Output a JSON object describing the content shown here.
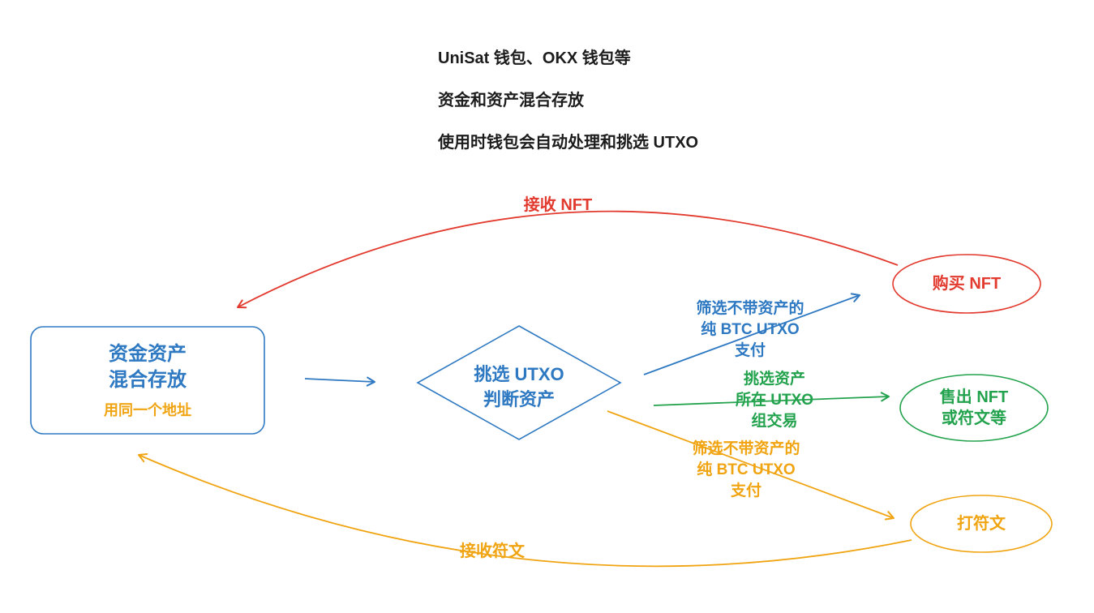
{
  "colors": {
    "blue": "#2E79C2",
    "red": "#E23A2E",
    "green": "#22A24C",
    "orange": "#F0A411",
    "text": "#1C1C1C"
  },
  "header_notes": {
    "line1": "UniSat 钱包、OKX 钱包等",
    "line2": "资金和资产混合存放",
    "line3": "使用时钱包会自动处理和挑选 UTXO"
  },
  "nodes": {
    "wallet_box": {
      "line1": "资金资产",
      "line2": "混合存放",
      "note": "用同一个地址"
    },
    "decision": {
      "line1": "挑选 UTXO",
      "line2": "判断资产"
    },
    "buy_nft": {
      "label": "购买 NFT"
    },
    "sell_nft": {
      "line1": "售出 NFT",
      "line2": "或符文等"
    },
    "mint_runes": {
      "label": "打符文"
    }
  },
  "edge_labels": {
    "receive_nft": "接收 NFT",
    "receive_runes": "接收符文",
    "pay_pure_btc_to_buy": {
      "line1": "筛选不带资产的",
      "line2": "纯 BTC UTXO",
      "line3": "支付"
    },
    "pick_asset_utxo": {
      "line1": "挑选资产",
      "line2": "所在 UTXO",
      "line3": "组交易"
    },
    "pay_pure_btc_to_mint": {
      "line1": "筛选不带资产的",
      "line2": "纯 BTC UTXO",
      "line3": "支付"
    }
  }
}
